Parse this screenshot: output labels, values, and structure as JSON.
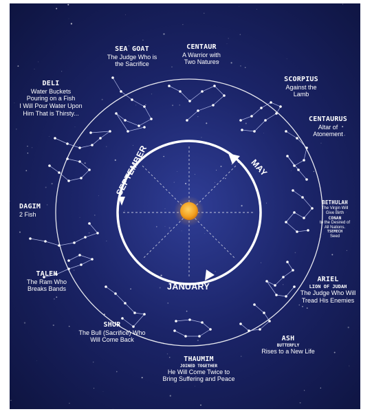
{
  "wheel": {
    "months": {
      "september": "SEPTEMBER",
      "may": "MAY",
      "january": "JANUARY"
    }
  },
  "constellations": [
    {
      "id": "sea-goat",
      "name": "SEA GOAT",
      "desc": "The Judge Who is\nthe Sacrifice"
    },
    {
      "id": "centaur",
      "name": "CENTAUR",
      "desc": "A Warrior with\nTwo Natures"
    },
    {
      "id": "scorpius",
      "name": "SCORPIUS",
      "desc": "Against the\nLamb"
    },
    {
      "id": "centaurus",
      "name": "CENTAURUS",
      "desc": "Altar of\nAtonement"
    },
    {
      "id": "deli",
      "name": "DELI",
      "desc": "Water Buckets\nPouring on a Fish\nI Will Pour Water Upon\nHim That is Thirsty..."
    },
    {
      "id": "dagim",
      "name": "DAGIM",
      "desc": "2 Fish"
    },
    {
      "id": "taleh",
      "name": "TALEH",
      "desc": "The Ram Who\nBreaks Bands"
    },
    {
      "id": "shur",
      "name": "SHUR",
      "desc": "The Bull (Sacrifice) Who\nWill Come Back"
    },
    {
      "id": "thaumim",
      "name": "THAUMIM",
      "sub": "JOINED TOGETHER",
      "desc": "He Will Come Twice to\nBring Suffering and Peace"
    },
    {
      "id": "ash",
      "name": "ASH",
      "sub": "BUTTERFLY",
      "desc": "Rises to a New Life"
    },
    {
      "id": "ariel",
      "name": "ARIEL",
      "sub": "LION OF JUDAH",
      "desc": "The Judge Who Will\nTread His Enemies"
    }
  ],
  "bethulah": {
    "name": "BETHULAH",
    "desc1": "The Virgin Will\nGive Birth",
    "name2": "CONAN",
    "desc2": "to the Desired of\nAll Nations.",
    "name3": "TSEMECH",
    "desc3": "Seed"
  },
  "colors": {
    "background": "#1b2468",
    "ring": "#ffffff",
    "sun": "#f2a020",
    "text": "#ffffff"
  }
}
